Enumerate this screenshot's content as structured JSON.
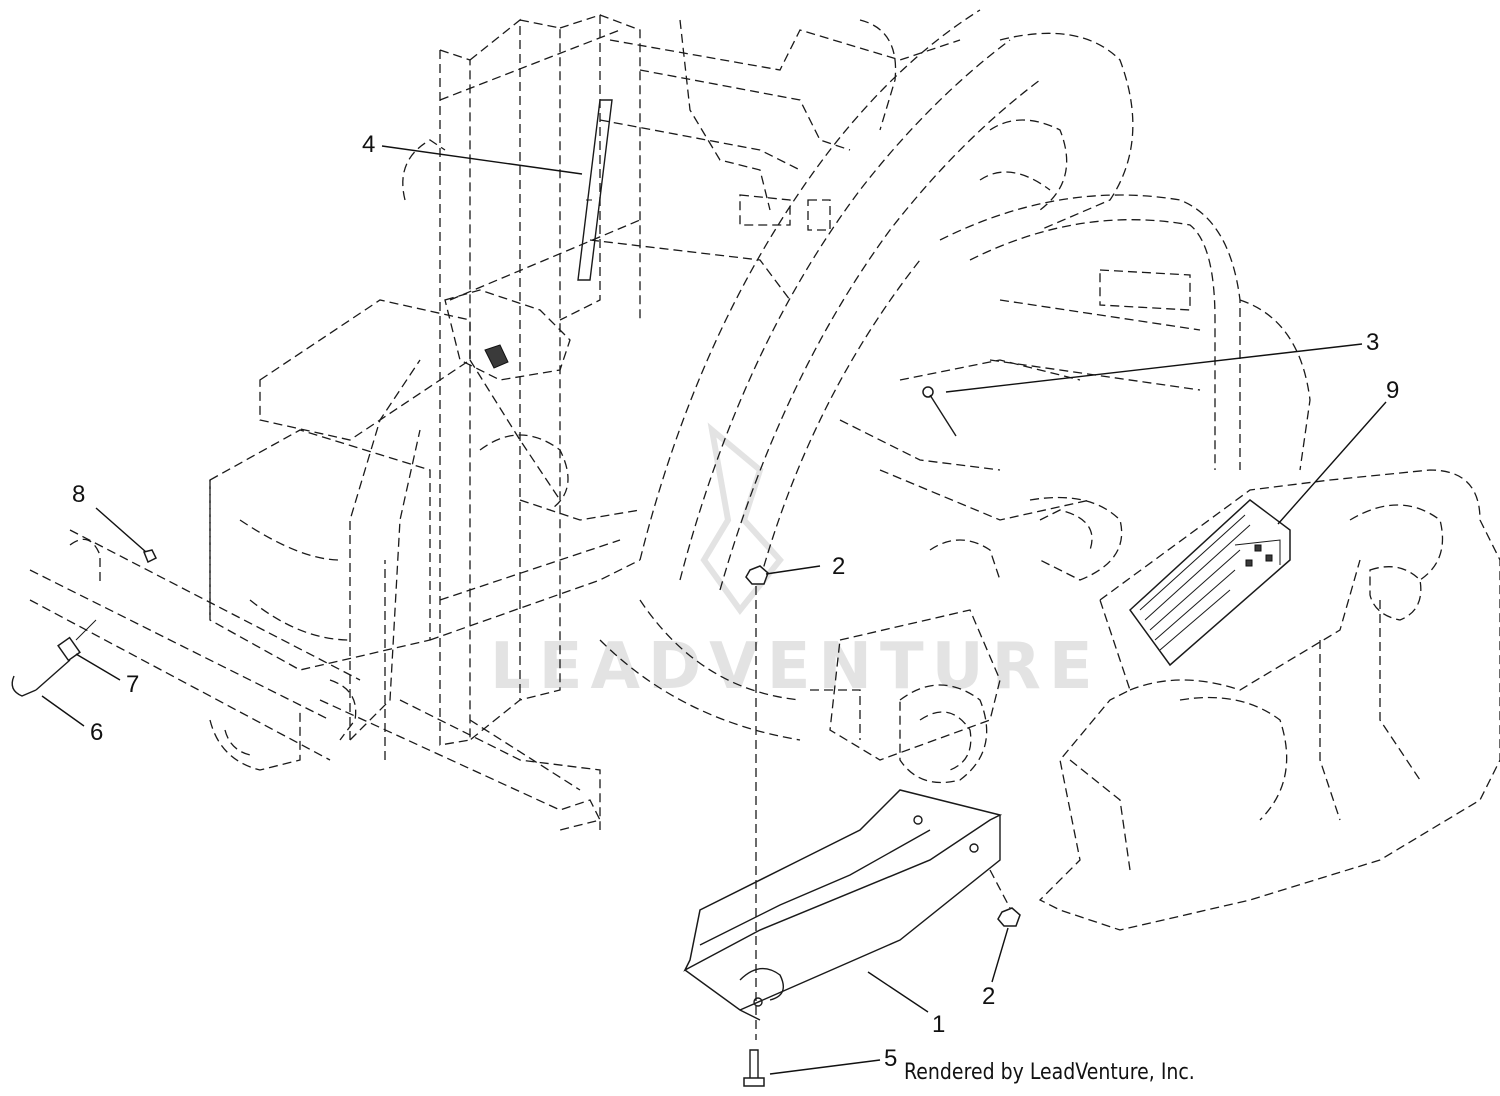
{
  "diagram": {
    "callouts": [
      {
        "id": "c1",
        "label": "1"
      },
      {
        "id": "c2a",
        "label": "2"
      },
      {
        "id": "c2b",
        "label": "2"
      },
      {
        "id": "c3",
        "label": "3"
      },
      {
        "id": "c4",
        "label": "4"
      },
      {
        "id": "c5",
        "label": "5"
      },
      {
        "id": "c6",
        "label": "6"
      },
      {
        "id": "c7",
        "label": "7"
      },
      {
        "id": "c8",
        "label": "8"
      },
      {
        "id": "c9",
        "label": "9"
      }
    ],
    "watermark": "LEADVENTURE",
    "credit": "Rendered by LeadVenture, Inc."
  },
  "colors": {
    "line": "#1a1a1a",
    "background": "#ffffff",
    "watermark": "#e3e3e3"
  }
}
